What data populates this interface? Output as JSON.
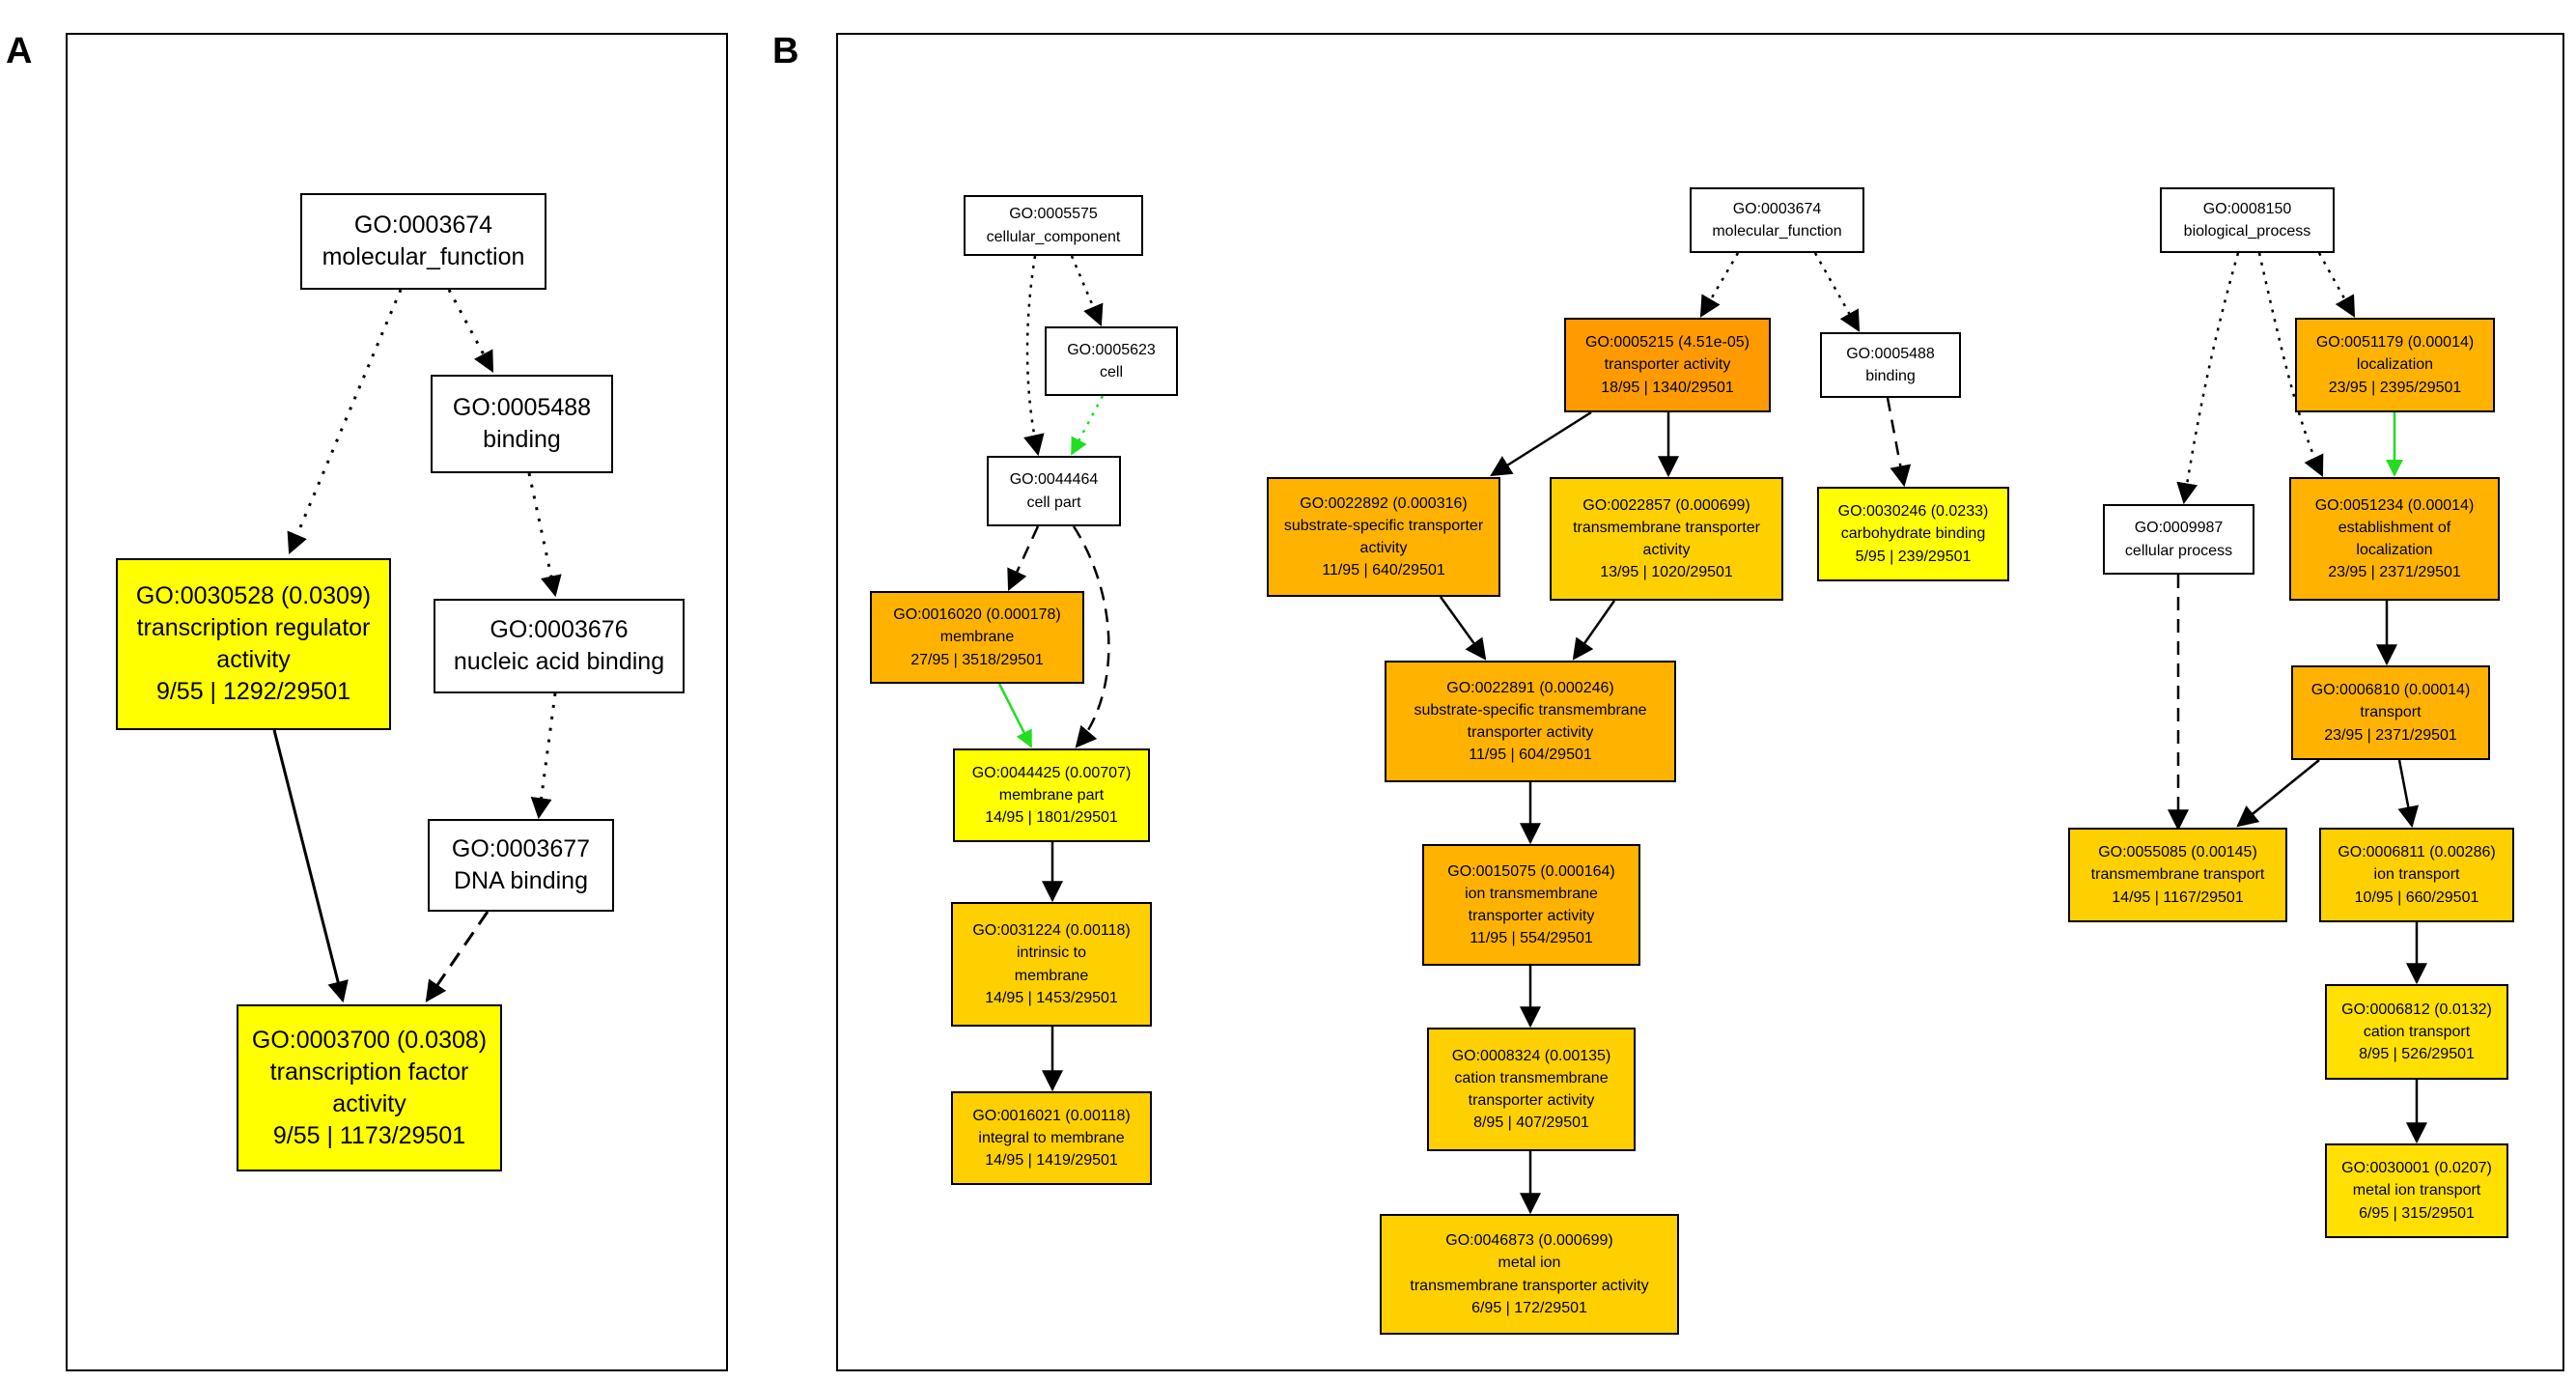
{
  "colors": {
    "unmatched": "#ffffff",
    "sig_1": "#ffff00",
    "sig_2": "#ffe000",
    "sig_3": "#ffd000",
    "sig_4": "#ffb300",
    "sig_5": "#ff9b00",
    "edge_black": "#000000",
    "edge_green": "#22dd22"
  },
  "panel_a": {
    "label": "A",
    "nodes": [
      {
        "id": "a_go3674",
        "lines": [
          "GO:0003674",
          "molecular_function"
        ]
      },
      {
        "id": "a_go5488",
        "lines": [
          "GO:0005488",
          "binding"
        ]
      },
      {
        "id": "a_go30528",
        "lines": [
          "GO:0030528 (0.0309)",
          "transcription regulator",
          "activity",
          "9/55 | 1292/29501"
        ]
      },
      {
        "id": "a_go3676",
        "lines": [
          "GO:0003676",
          "nucleic acid binding"
        ]
      },
      {
        "id": "a_go3677",
        "lines": [
          "GO:0003677",
          "DNA binding"
        ]
      },
      {
        "id": "a_go3700",
        "lines": [
          "GO:0003700 (0.0308)",
          "transcription factor",
          "activity",
          "9/55 | 1173/29501"
        ]
      }
    ]
  },
  "panel_b": {
    "label": "B",
    "nodes": [
      {
        "id": "b_go5575",
        "lines": [
          "GO:0005575",
          "cellular_component"
        ]
      },
      {
        "id": "b_go5623",
        "lines": [
          "GO:0005623",
          "cell"
        ]
      },
      {
        "id": "b_go44464",
        "lines": [
          "GO:0044464",
          "cell part"
        ]
      },
      {
        "id": "b_go16020",
        "lines": [
          "GO:0016020 (0.000178)",
          "membrane",
          "27/95 | 3518/29501"
        ]
      },
      {
        "id": "b_go44425",
        "lines": [
          "GO:0044425 (0.00707)",
          "membrane part",
          "14/95 | 1801/29501"
        ]
      },
      {
        "id": "b_go31224",
        "lines": [
          "GO:0031224 (0.00118)",
          "intrinsic to",
          "membrane",
          "14/95 | 1453/29501"
        ]
      },
      {
        "id": "b_go16021",
        "lines": [
          "GO:0016021 (0.00118)",
          "integral to membrane",
          "14/95 | 1419/29501"
        ]
      },
      {
        "id": "b_go3674",
        "lines": [
          "GO:0003674",
          "molecular_function"
        ]
      },
      {
        "id": "b_go5215",
        "lines": [
          "GO:0005215 (4.51e-05)",
          "transporter activity",
          "18/95 | 1340/29501"
        ]
      },
      {
        "id": "b_go5488",
        "lines": [
          "GO:0005488",
          "binding"
        ]
      },
      {
        "id": "b_go22892",
        "lines": [
          "GO:0022892 (0.000316)",
          "substrate-specific transporter",
          "activity",
          "11/95 | 640/29501"
        ]
      },
      {
        "id": "b_go22857",
        "lines": [
          "GO:0022857 (0.000699)",
          "transmembrane transporter",
          "activity",
          "13/95 | 1020/29501"
        ]
      },
      {
        "id": "b_go30246",
        "lines": [
          "GO:0030246 (0.0233)",
          "carbohydrate binding",
          "5/95 | 239/29501"
        ]
      },
      {
        "id": "b_go22891",
        "lines": [
          "GO:0022891 (0.000246)",
          "substrate-specific transmembrane",
          "transporter activity",
          "11/95 | 604/29501"
        ]
      },
      {
        "id": "b_go15075",
        "lines": [
          "GO:0015075 (0.000164)",
          "ion transmembrane",
          "transporter activity",
          "11/95 | 554/29501"
        ]
      },
      {
        "id": "b_go8324",
        "lines": [
          "GO:0008324 (0.00135)",
          "cation transmembrane",
          "transporter activity",
          "8/95 | 407/29501"
        ]
      },
      {
        "id": "b_go46873",
        "lines": [
          "GO:0046873 (0.000699)",
          "metal ion",
          "transmembrane transporter activity",
          "6/95 | 172/29501"
        ]
      },
      {
        "id": "b_go8150",
        "lines": [
          "GO:0008150",
          "biological_process"
        ]
      },
      {
        "id": "b_go51179",
        "lines": [
          "GO:0051179 (0.00014)",
          "localization",
          "23/95 | 2395/29501"
        ]
      },
      {
        "id": "b_go9987",
        "lines": [
          "GO:0009987",
          "cellular process"
        ]
      },
      {
        "id": "b_go51234",
        "lines": [
          "GO:0051234 (0.00014)",
          "establishment of",
          "localization",
          "23/95 | 2371/29501"
        ]
      },
      {
        "id": "b_go6810",
        "lines": [
          "GO:0006810 (0.00014)",
          "transport",
          "23/95 | 2371/29501"
        ]
      },
      {
        "id": "b_go55085",
        "lines": [
          "GO:0055085 (0.00145)",
          "transmembrane transport",
          "14/95 | 1167/29501"
        ]
      },
      {
        "id": "b_go6811",
        "lines": [
          "GO:0006811 (0.00286)",
          "ion transport",
          "10/95 | 660/29501"
        ]
      },
      {
        "id": "b_go6812",
        "lines": [
          "GO:0006812 (0.0132)",
          "cation transport",
          "8/95 | 526/29501"
        ]
      },
      {
        "id": "b_go30001",
        "lines": [
          "GO:0030001 (0.0207)",
          "metal ion transport",
          "6/95 | 315/29501"
        ]
      }
    ]
  }
}
